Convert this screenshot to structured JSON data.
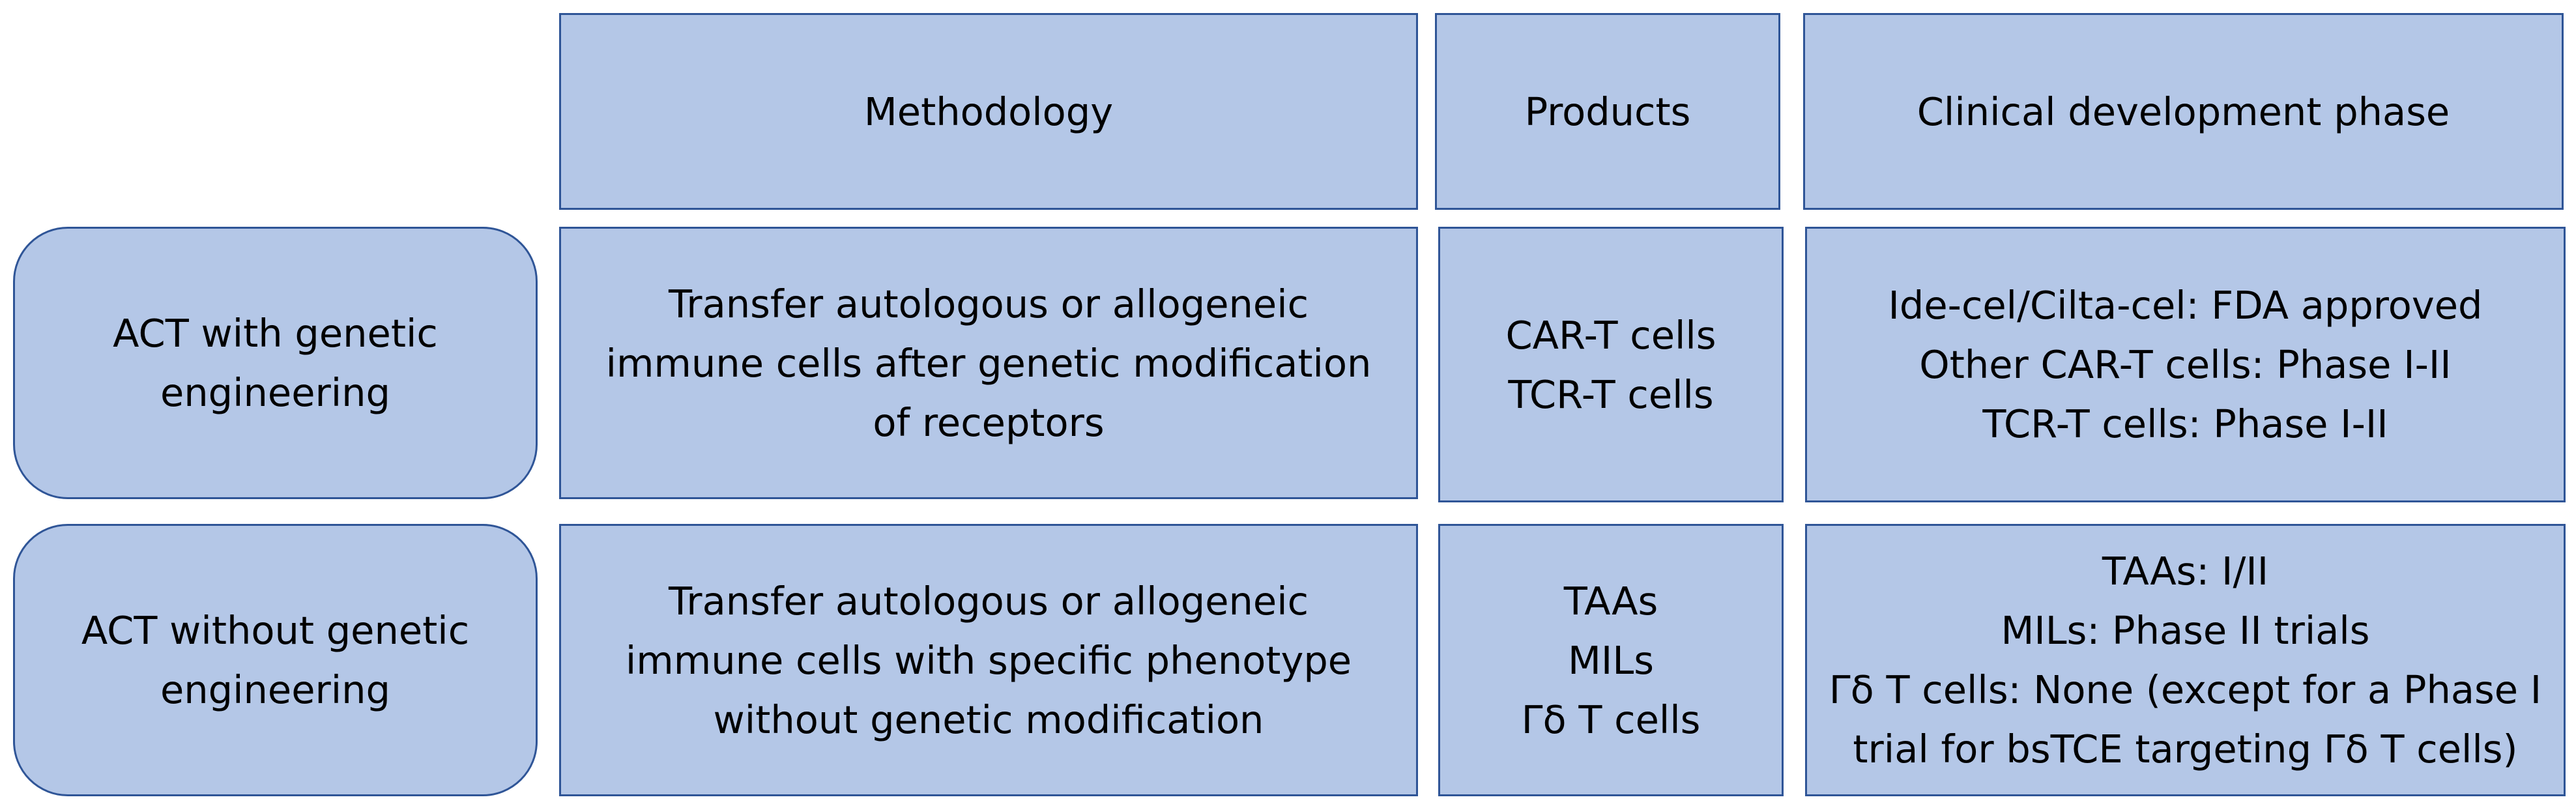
{
  "colors": {
    "box_fill": "#b4c7e7",
    "box_border": "#2f5597",
    "text": "#000000",
    "background": "#ffffff"
  },
  "header": {
    "methodology": [
      "Methodology"
    ],
    "products": [
      "Products"
    ],
    "phase": [
      "Clinical development phase"
    ]
  },
  "rows": [
    {
      "label": [
        "ACT with genetic",
        "engineering"
      ],
      "methodology": [
        "Transfer autologous or allogeneic",
        "immune cells after genetic modification",
        "of receptors"
      ],
      "products": [
        "CAR-T cells",
        "TCR-T cells"
      ],
      "phase": [
        "Ide-cel/Cilta-cel: FDA approved",
        "Other CAR-T cells: Phase I-II",
        "TCR-T cells: Phase I-II"
      ]
    },
    {
      "label": [
        "ACT without genetic",
        "engineering"
      ],
      "methodology": [
        "Transfer autologous or allogeneic",
        "immune cells with specific phenotype",
        "without genetic modification"
      ],
      "products": [
        "TAAs",
        "MILs",
        "Γδ T cells"
      ],
      "phase": [
        "TAAs: I/II",
        "MILs: Phase II trials",
        "Γδ T cells: None (except for a Phase I",
        "trial for bsTCE targeting Γδ T cells)"
      ]
    }
  ]
}
